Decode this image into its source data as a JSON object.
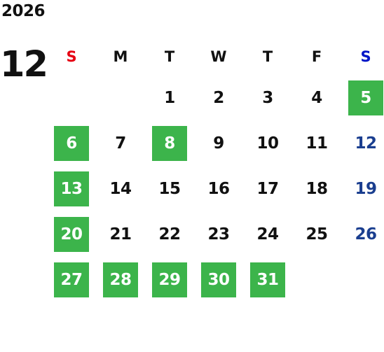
{
  "calendar": {
    "year": "2026",
    "month": "12",
    "colors": {
      "holiday_bg": "#3cb44b",
      "sunday_header": "#e60012",
      "saturday_header": "#0015c7",
      "saturday_date": "#1a3e8f",
      "text": "#111111"
    },
    "weekdays": [
      {
        "label": "S",
        "type": "sun"
      },
      {
        "label": "M",
        "type": "weekday"
      },
      {
        "label": "T",
        "type": "weekday"
      },
      {
        "label": "W",
        "type": "weekday"
      },
      {
        "label": "T",
        "type": "weekday"
      },
      {
        "label": "F",
        "type": "weekday"
      },
      {
        "label": "S",
        "type": "sat"
      }
    ],
    "weeks": [
      [
        {
          "day": "",
          "holiday": false
        },
        {
          "day": "",
          "holiday": false
        },
        {
          "day": "1",
          "holiday": false
        },
        {
          "day": "2",
          "holiday": false
        },
        {
          "day": "3",
          "holiday": false
        },
        {
          "day": "4",
          "holiday": false
        },
        {
          "day": "5",
          "holiday": true
        }
      ],
      [
        {
          "day": "6",
          "holiday": true
        },
        {
          "day": "7",
          "holiday": false
        },
        {
          "day": "8",
          "holiday": true
        },
        {
          "day": "9",
          "holiday": false
        },
        {
          "day": "10",
          "holiday": false
        },
        {
          "day": "11",
          "holiday": false
        },
        {
          "day": "12",
          "holiday": false
        }
      ],
      [
        {
          "day": "13",
          "holiday": true
        },
        {
          "day": "14",
          "holiday": false
        },
        {
          "day": "15",
          "holiday": false
        },
        {
          "day": "16",
          "holiday": false
        },
        {
          "day": "17",
          "holiday": false
        },
        {
          "day": "18",
          "holiday": false
        },
        {
          "day": "19",
          "holiday": false
        }
      ],
      [
        {
          "day": "20",
          "holiday": true
        },
        {
          "day": "21",
          "holiday": false
        },
        {
          "day": "22",
          "holiday": false
        },
        {
          "day": "23",
          "holiday": false
        },
        {
          "day": "24",
          "holiday": false
        },
        {
          "day": "25",
          "holiday": false
        },
        {
          "day": "26",
          "holiday": false
        }
      ],
      [
        {
          "day": "27",
          "holiday": true
        },
        {
          "day": "28",
          "holiday": true
        },
        {
          "day": "29",
          "holiday": true
        },
        {
          "day": "30",
          "holiday": true
        },
        {
          "day": "31",
          "holiday": true
        },
        {
          "day": "",
          "holiday": false
        },
        {
          "day": "",
          "holiday": false
        }
      ]
    ]
  }
}
